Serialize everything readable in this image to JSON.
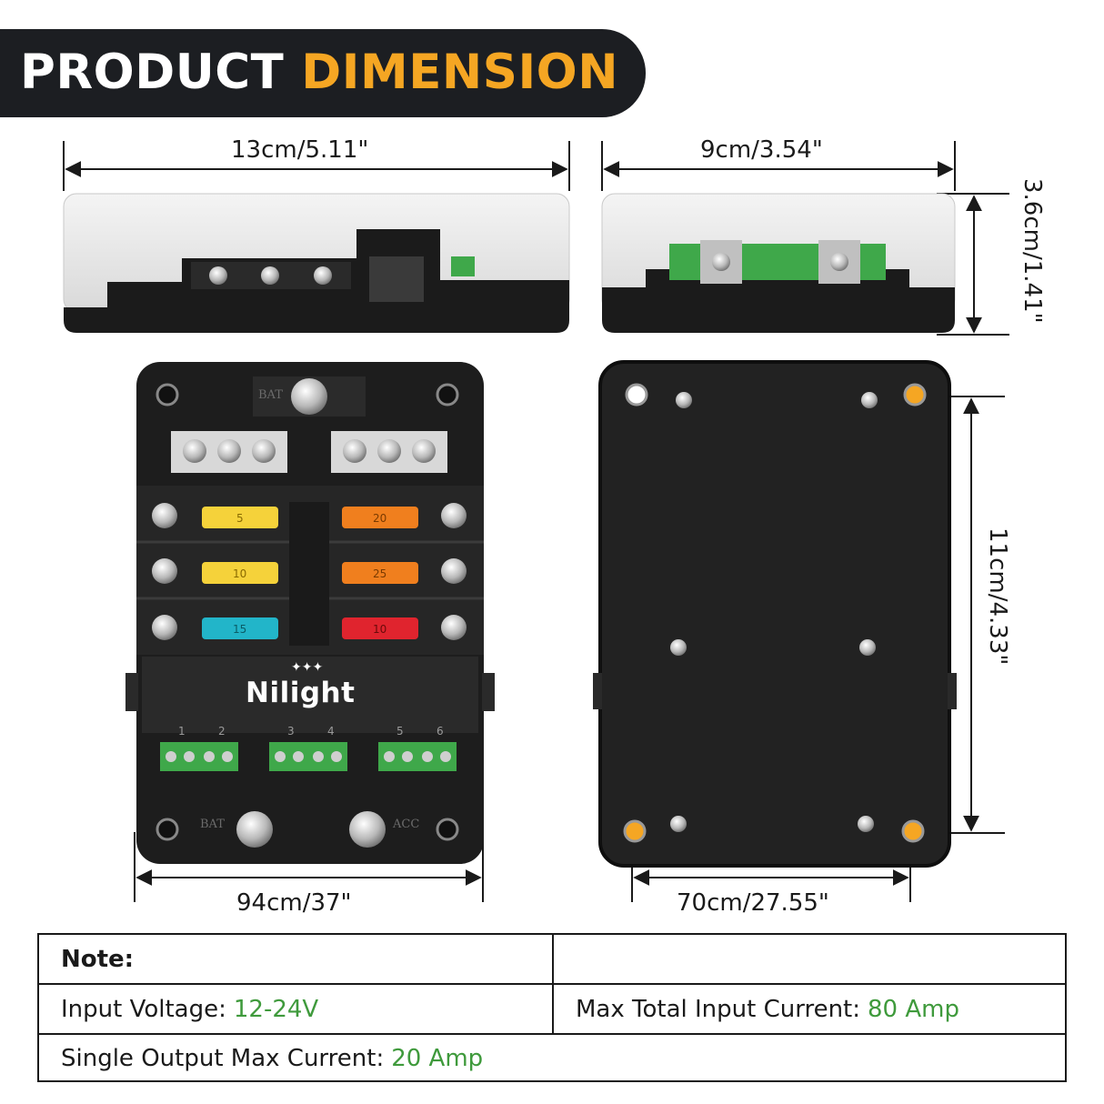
{
  "banner": {
    "title_primary": "PRODUCT",
    "title_accent": "DIMENSION",
    "background_color": "#1c1e22",
    "accent_color": "#f5a623"
  },
  "dimensions": {
    "top_length": "13cm/5.11\"",
    "side_width": "9cm/3.54\"",
    "side_height": "3.6cm/1.41\"",
    "bottom_length": "11cm/4.33\"",
    "front_width": "94cm/37\"",
    "back_width": "70cm/27.55\""
  },
  "product": {
    "brand": "Nilight",
    "label_bat": "BAT",
    "label_acc": "ACC",
    "output_numbers": [
      "1",
      "2",
      "3",
      "4",
      "5",
      "6"
    ],
    "fuse_values": [
      "5",
      "10",
      "15",
      "20",
      "25",
      "10"
    ]
  },
  "notes": {
    "heading": "Note:",
    "input_voltage_label": "Input Voltage:",
    "input_voltage_value": "12-24V",
    "max_total_label": "Max Total Input Current:",
    "max_total_value": "80 Amp",
    "single_output_label": "Single Output Max Current:",
    "single_output_value": "20 Amp",
    "value_color": "#3f9a3c"
  }
}
